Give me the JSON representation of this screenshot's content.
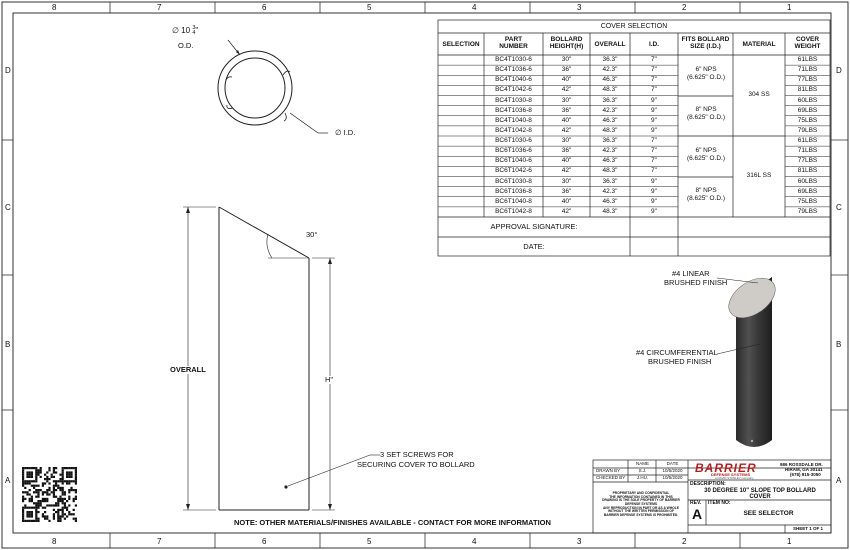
{
  "border": {
    "columns_top": [
      "8",
      "7",
      "6",
      "5",
      "4",
      "3",
      "2",
      "1"
    ],
    "rows_side": [
      "D",
      "C",
      "B",
      "A"
    ]
  },
  "drawing": {
    "od_label": "∅ 10",
    "od_frac_num": "3",
    "od_frac_den": "4",
    "od_frac_tail": "\"",
    "od_text": "O.D.",
    "id_label": "∅ I.D.",
    "angle_label": "30°",
    "overall_label": "OVERALL",
    "h_label": "H\"",
    "setscrew_line1": "3 SET SCREWS FOR",
    "setscrew_line2": "SECURING COVER TO BOLLARD",
    "note": "NOTE: OTHER MATERIALS/FINISHES AVAILABLE - CONTACT FOR MORE INFORMATION",
    "linear_line1": "#4 LINEAR",
    "linear_line2": "BRUSHED FINISH",
    "circ_line1": "#4 CIRCUMFERENTIAL",
    "circ_line2": "BRUSHED FINISH"
  },
  "table": {
    "title": "COVER SELECTION",
    "headers": [
      "SELECTION",
      "PART NUMBER",
      "BOLLARD HEIGHT(H)",
      "OVERALL",
      "I.D.",
      "FITS BOLLARD SIZE (I.D.)",
      "MATERIAL",
      "COVER WEIGHT"
    ],
    "rows": [
      {
        "part": "BC4T1030-6",
        "h": "30\"",
        "overall": "36.3\"",
        "id": "7\"",
        "weight": "61LBS"
      },
      {
        "part": "BC4T1036-6",
        "h": "36\"",
        "overall": "42.3\"",
        "id": "7\"",
        "weight": "71LBS"
      },
      {
        "part": "BC4T1040-6",
        "h": "40\"",
        "overall": "46.3\"",
        "id": "7\"",
        "weight": "77LBS"
      },
      {
        "part": "BC4T1042-6",
        "h": "42\"",
        "overall": "48.3\"",
        "id": "7\"",
        "weight": "81LBS"
      },
      {
        "part": "BC4T1030-8",
        "h": "30\"",
        "overall": "36.3\"",
        "id": "9\"",
        "weight": "60LBS"
      },
      {
        "part": "BC4T1036-8",
        "h": "36\"",
        "overall": "42.3\"",
        "id": "9\"",
        "weight": "69LBS"
      },
      {
        "part": "BC4T1040-8",
        "h": "40\"",
        "overall": "46.3\"",
        "id": "9\"",
        "weight": "75LBS"
      },
      {
        "part": "BC4T1042-8",
        "h": "42\"",
        "overall": "48.3\"",
        "id": "9\"",
        "weight": "79LBS"
      },
      {
        "part": "BC6T1030-6",
        "h": "30\"",
        "overall": "36.3\"",
        "id": "7\"",
        "weight": "61LBS"
      },
      {
        "part": "BC6T1036-6",
        "h": "36\"",
        "overall": "42.3\"",
        "id": "7\"",
        "weight": "71LBS"
      },
      {
        "part": "BC6T1040-6",
        "h": "40\"",
        "overall": "46.3\"",
        "id": "7\"",
        "weight": "77LBS"
      },
      {
        "part": "BC6T1042-6",
        "h": "42\"",
        "overall": "48.3\"",
        "id": "7\"",
        "weight": "81LBS"
      },
      {
        "part": "BC6T1030-8",
        "h": "30\"",
        "overall": "36.3\"",
        "id": "9\"",
        "weight": "60LBS"
      },
      {
        "part": "BC6T1036-8",
        "h": "36\"",
        "overall": "42.3\"",
        "id": "9\"",
        "weight": "69LBS"
      },
      {
        "part": "BC6T1040-8",
        "h": "40\"",
        "overall": "46.3\"",
        "id": "9\"",
        "weight": "75LBS"
      },
      {
        "part": "BC6T1042-8",
        "h": "42\"",
        "overall": "48.3\"",
        "id": "9\"",
        "weight": "79LBS"
      }
    ],
    "fits": [
      {
        "l1": "6\" NPS",
        "l2": "(6.625\" O.D.)"
      },
      {
        "l1": "8\" NPS",
        "l2": "(8.625\" O.D.)"
      },
      {
        "l1": "6\" NPS",
        "l2": "(6.625\" O.D.)"
      },
      {
        "l1": "8\" NPS",
        "l2": "(8.625\" O.D.)"
      }
    ],
    "materials": [
      "304 SS",
      "316L SS"
    ],
    "approval": "APPROVAL SIGNATURE:",
    "date": "DATE:"
  },
  "titleblock": {
    "name_hdr": "NAME",
    "date_hdr": "DATE",
    "drawn_label": "DRAWN BY",
    "drawn_name": "S.J.",
    "drawn_date": "10/5/2020",
    "checked_label": "CHECKED BY",
    "checked_name": "J.HU.",
    "checked_date": "10/5/2020",
    "logo_text": "BARRIER",
    "logo_sub": "DEFENSE SYSTEMS",
    "logo_tag": "a DAVID STANLEY company",
    "address1": "986 ROSSDALE DR.",
    "address2": "HIRAM, GA 30141",
    "phone": "(678) 915-3050",
    "desc_label": "DESCRIPTION:",
    "desc1": "30 DEGREE 10\" SLOPE TOP BOLLARD",
    "desc2": "COVER",
    "prop1": "PROPRIETARY AND CONFIDENTIAL",
    "prop2": "THE INFORMATION CONTAINED IN THIS",
    "prop3": "DRAWING IS THE SOLE PROPERTY OF BARRIER DEFENSE SYSTEMS",
    "prop4": "ANY REPRODUCTION IN PART OR AS A WHOLE",
    "prop5": "WITHOUT THE WRITTEN PERMISSION OF",
    "prop6": "BARRIER DEFENSE SYSTEMS IS PROHIBITED.",
    "rev_label": "REV.",
    "rev": "A",
    "item_label": "ITEM NO:",
    "item": "SEE SELECTOR",
    "sheet": "SHEET 1 OF 1"
  }
}
